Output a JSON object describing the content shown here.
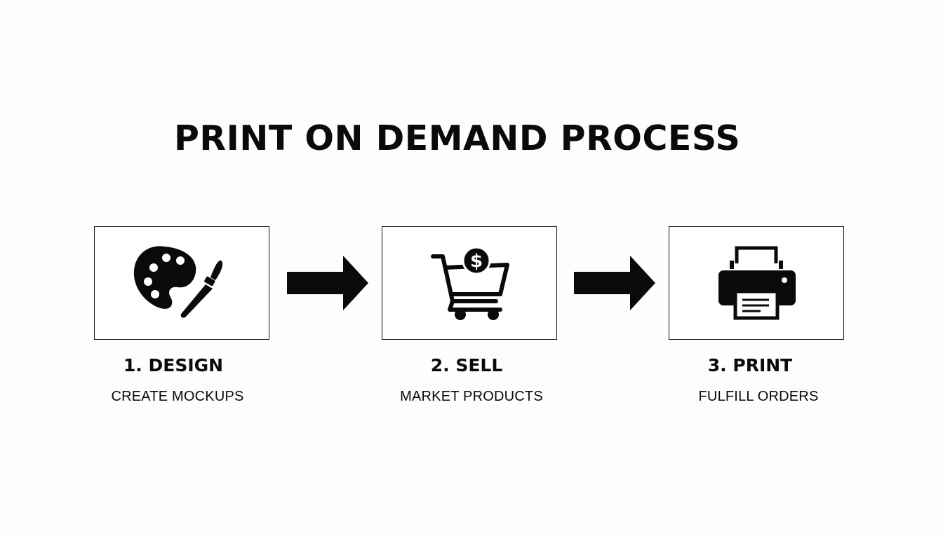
{
  "title": "PRINT ON DEMAND PROCESS",
  "steps": [
    {
      "title": "1. DESIGN",
      "subtitle": "CREATE MOCKUPS",
      "icon": "palette-brush-icon"
    },
    {
      "title": "2. SELL",
      "subtitle": "MARKET PRODUCTS",
      "icon": "shopping-cart-dollar-icon"
    },
    {
      "title": "3. PRINT",
      "subtitle": "FULFILL ORDERS",
      "icon": "printer-icon"
    }
  ],
  "cart_currency_symbol": "$",
  "colors": {
    "ink": "#0a0a0a",
    "background": "#fdfdfd"
  }
}
